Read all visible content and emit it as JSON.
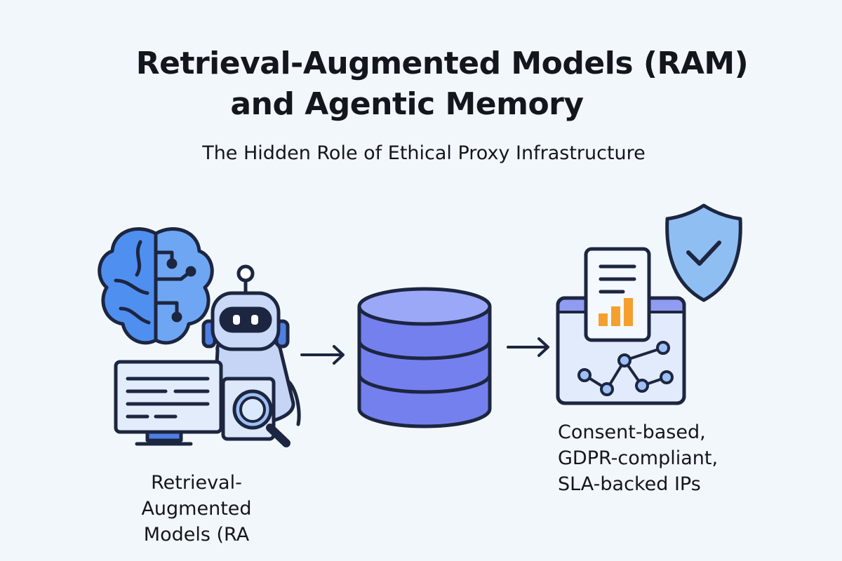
{
  "header": {
    "title_line1": "Retrieval-Augmented Models (RAM)",
    "title_line2": "and Agentic Memory",
    "subtitle": "The Hidden Role of Ethical Proxy Infrastructure"
  },
  "left_caption": {
    "line1": "Retrieval-",
    "line2": "Augmented",
    "line3": "Models (RA"
  },
  "right_caption": {
    "line1": "Consent-based,",
    "line2": "GDPR-compliant,",
    "line3": "SLA-backed IPs"
  },
  "icons": [
    "brain-icon",
    "robot-icon",
    "monitor-icon",
    "magnifier-icon",
    "database-icon",
    "document-icon",
    "shield-check-icon",
    "network-graph-icon",
    "arrow-right-icon"
  ],
  "colors": {
    "background": "#f2f7fc",
    "outline": "#1d2640",
    "brain_blue": "#4f8ff0",
    "database_top": "#9aa8f7",
    "database_body": "#7480ee",
    "shield": "#8fbef2",
    "accent_orange": "#f4a02e",
    "panel_fill": "#e1ebfb"
  }
}
